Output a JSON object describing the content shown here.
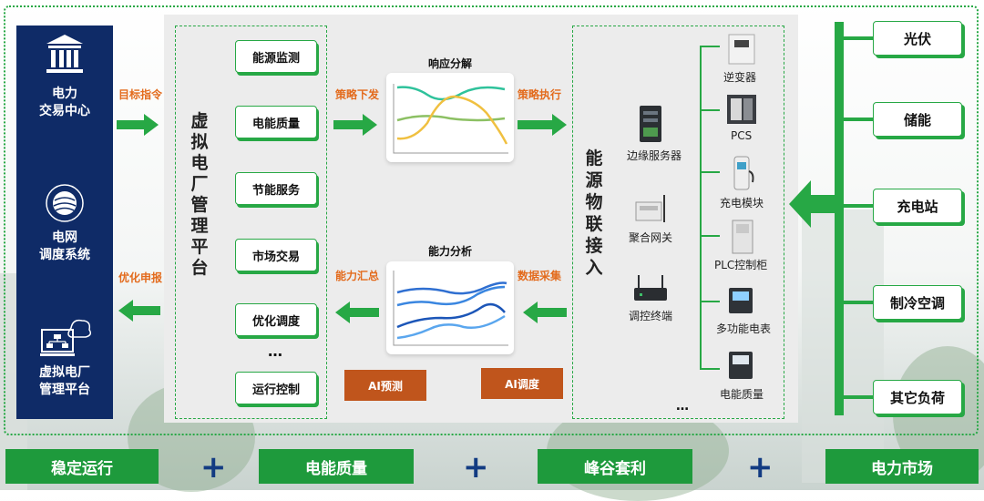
{
  "left_column": {
    "items": [
      "电力\n交易中心",
      "电网\n调度系统",
      "虚拟电厂\n管理平台"
    ]
  },
  "arrows": {
    "target_cmd": "目标指令",
    "optimize_report": "优化申报",
    "strategy_issue": "策略下发",
    "strategy_exec": "策略执行",
    "capacity_sum": "能力汇总",
    "data_collect": "数据采集"
  },
  "vpp_platform": {
    "title": "虚拟电厂管理平台",
    "items": [
      "能源监测",
      "电能质量",
      "节能服务",
      "市场交易",
      "优化调度",
      "运行控制"
    ],
    "ellipsis": "…"
  },
  "charts": {
    "response": {
      "title": "响应分解"
    },
    "capacity": {
      "title": "能力分析"
    }
  },
  "ai_buttons": {
    "predict": "AI预测",
    "dispatch": "AI调度"
  },
  "iot": {
    "title": "能源物联接入",
    "left_devices": [
      "边缘服务器",
      "聚合网关",
      "调控终端"
    ],
    "right_devices": [
      "逆变器",
      "PCS",
      "充电模块",
      "PLC控制柜",
      "多功能电表",
      "电能质量"
    ],
    "ellipsis": "…"
  },
  "right_column": [
    "光伏",
    "储能",
    "充电站",
    "制冷空调",
    "其它负荷"
  ],
  "bottom": [
    "稳定运行",
    "电能质量",
    "峰谷套利",
    "电力市场"
  ],
  "colors": {
    "green": "#27a845",
    "navy": "#0f2b67",
    "orange": "#e36b1d",
    "ai_orange": "#c0551c",
    "plus_blue": "#123b82"
  }
}
